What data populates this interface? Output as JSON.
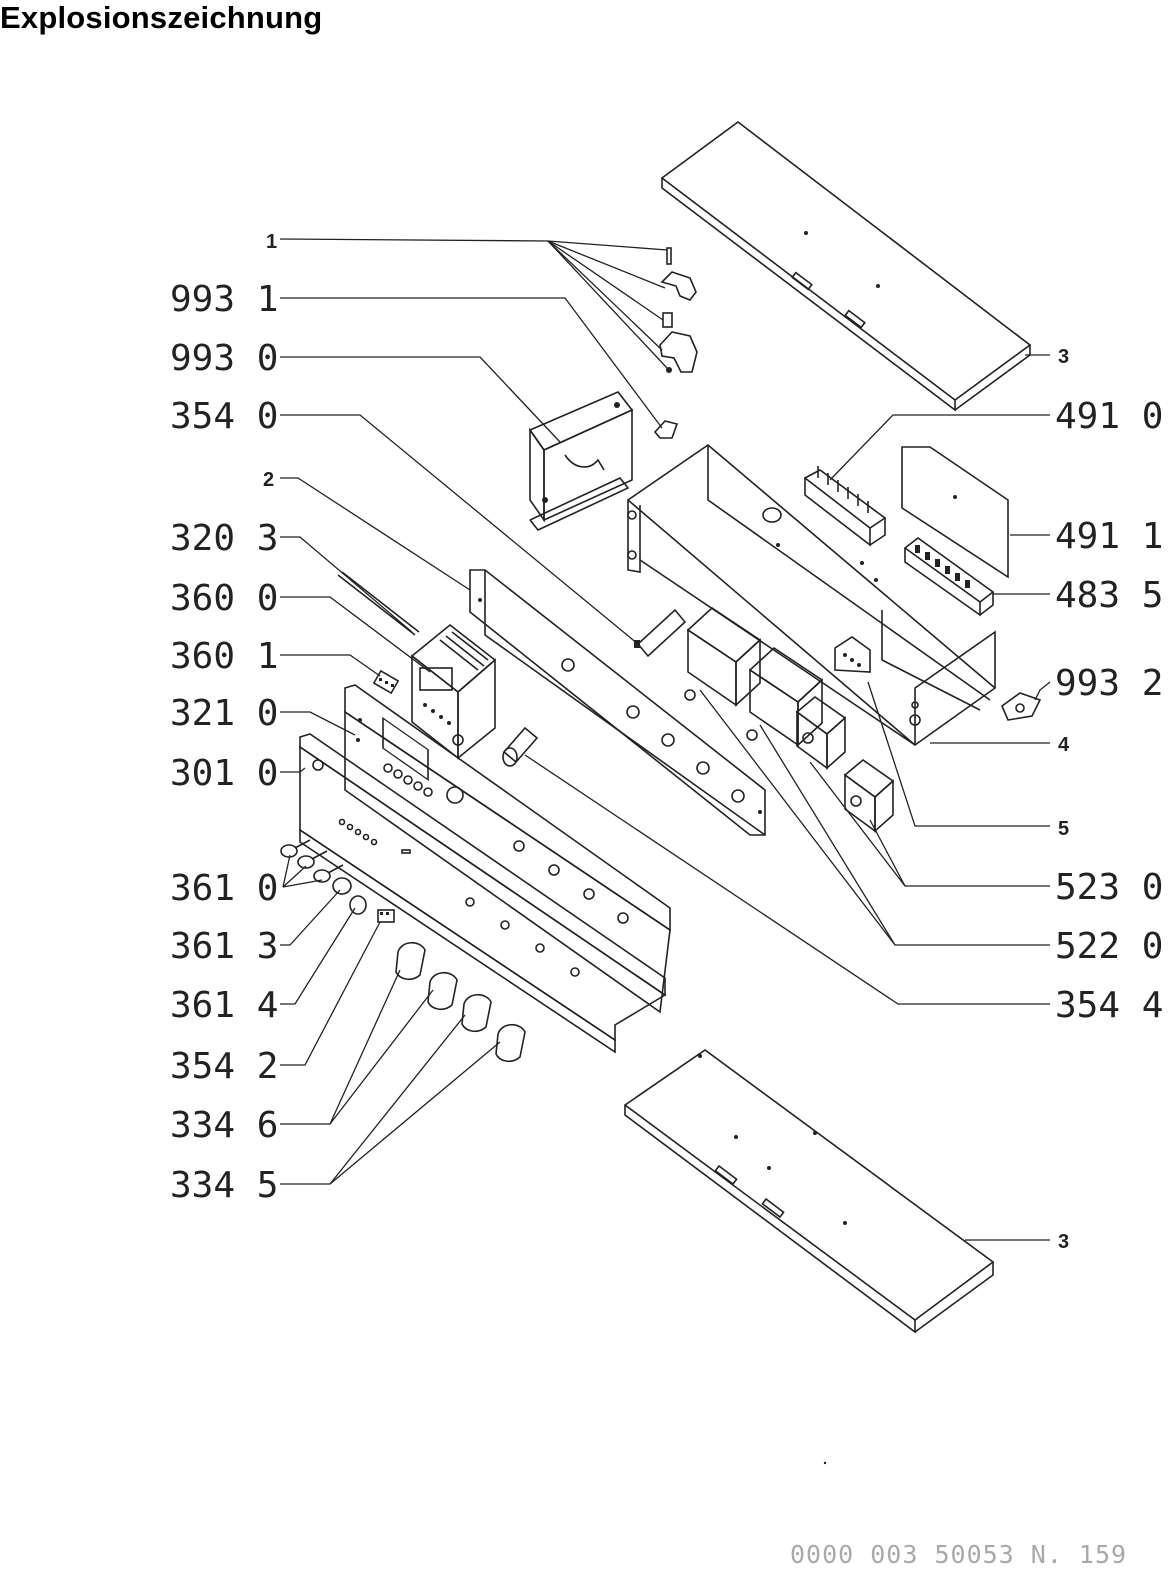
{
  "title": "Explosionszeichnung",
  "footer": "0000 003 50053 N. 159",
  "callouts_left": [
    {
      "code": "993 1"
    },
    {
      "code": "993 0"
    },
    {
      "code": "354 0"
    },
    {
      "code": "320 3"
    },
    {
      "code": "360 0"
    },
    {
      "code": "360 1"
    },
    {
      "code": "321 0"
    },
    {
      "code": "301 0"
    },
    {
      "code": "361 0"
    },
    {
      "code": "361 3"
    },
    {
      "code": "361 4"
    },
    {
      "code": "354 2"
    },
    {
      "code": "334 6"
    },
    {
      "code": "334 5"
    }
  ],
  "callouts_right": [
    {
      "code": "491 0"
    },
    {
      "code": "491 1"
    },
    {
      "code": "483 5"
    },
    {
      "code": "993 2"
    },
    {
      "code": "523 0"
    },
    {
      "code": "522 0"
    },
    {
      "code": "354 4"
    }
  ],
  "small_labels": [
    "1",
    "2",
    "3",
    "3",
    "4",
    "5"
  ]
}
